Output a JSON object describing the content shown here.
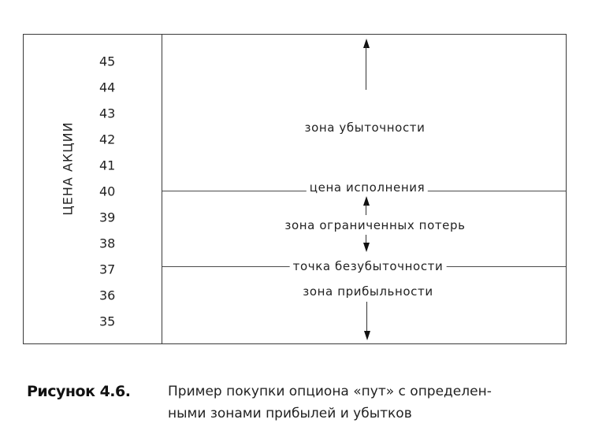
{
  "diagram": {
    "y_axis_title": "ЦЕНА АКЦИИ",
    "ticks": [
      "45",
      "44",
      "43",
      "42",
      "41",
      "40",
      "39",
      "38",
      "37",
      "36",
      "35"
    ],
    "strike_price": 40,
    "break_even": 37,
    "labels": {
      "loss_zone": "зона убыточности",
      "strike_price": "цена исполнения",
      "limited_loss_zone": "зона ограниченных потерь",
      "break_even_point": "точка безубыточности",
      "profit_zone": "зона прибыльности"
    },
    "colors": {
      "line": "#3a3a3a",
      "text": "#222222",
      "background": "#ffffff"
    }
  },
  "caption": {
    "label": "Рисунок 4.6.",
    "line1": "Пример покупки опциона «пут» с определен-",
    "line2": "ными зонами прибылей и убытков"
  }
}
